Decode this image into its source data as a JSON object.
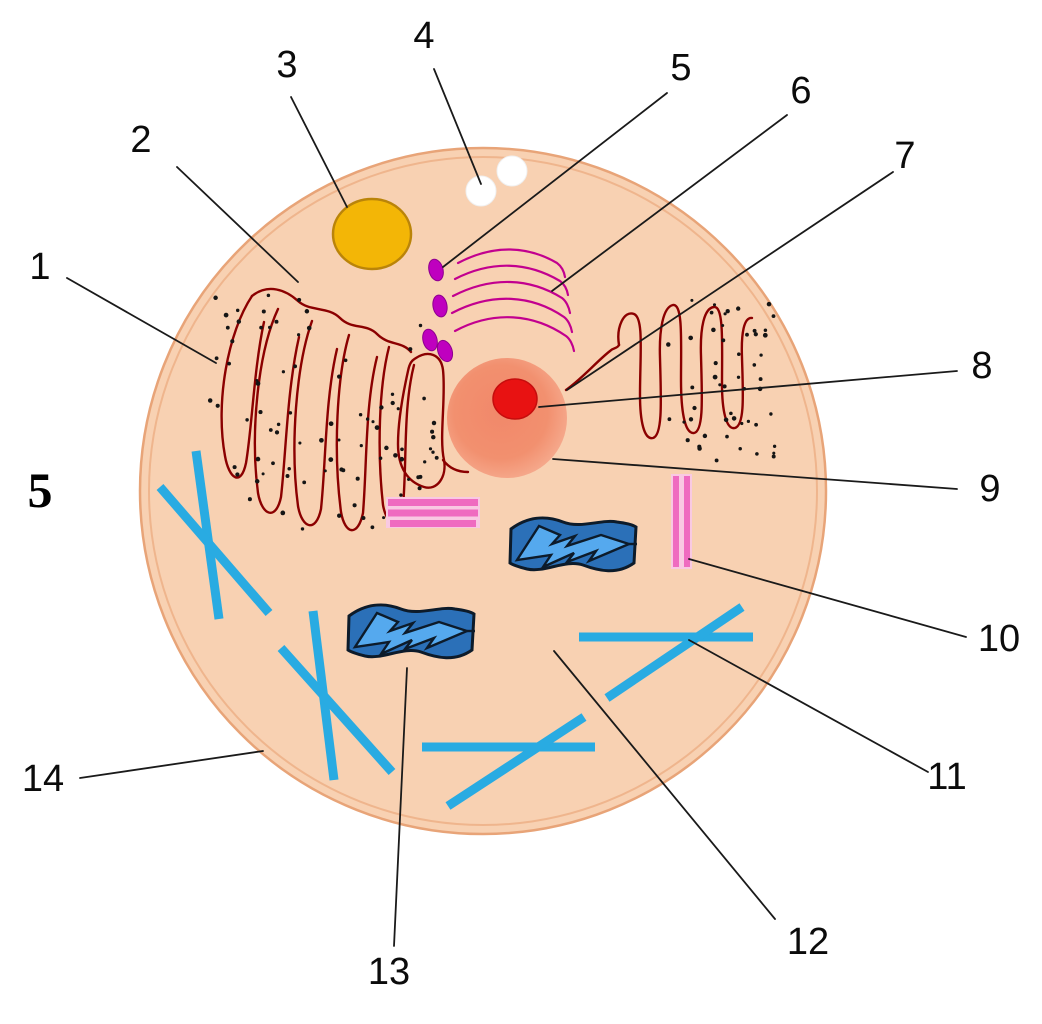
{
  "figure": {
    "kind": "animal-cell-diagram",
    "description": "Unlabeled animal cell diagram with 14 numbered pointer lines",
    "page_marker": "5"
  },
  "labels": [
    {
      "n": "1"
    },
    {
      "n": "2"
    },
    {
      "n": "3"
    },
    {
      "n": "4"
    },
    {
      "n": "5"
    },
    {
      "n": "6"
    },
    {
      "n": "7"
    },
    {
      "n": "8"
    },
    {
      "n": "9"
    },
    {
      "n": "10"
    },
    {
      "n": "11"
    },
    {
      "n": "12"
    },
    {
      "n": "13"
    },
    {
      "n": "14"
    }
  ],
  "colors": {
    "cytoplasm": "#F8D1B2",
    "membrane_outline": "#E8A478",
    "membrane_inner_ring": "#EFB58D",
    "rough_er": "#8B0000",
    "ribosome_dot": "#151515",
    "lysosome_fill": "#F3B606",
    "lysosome_stroke": "#BA8409",
    "vesicle_fill": "#FFFFFF",
    "smooth_er": "#C2008F",
    "purple_oval": "#BF00BF",
    "nucleus_fill": "#F2906F",
    "nucleolus_fill": "#E81212",
    "centriole_pink": "#EF6BC0",
    "centriole_gap_pink": "#F9C9E2",
    "mitochondrion_fill": "#2B70B8",
    "mitochondrion_bolt": "#55A9EE",
    "mitochondrion_outline": "#0D1B2A",
    "cytoskeleton_blue": "#29ABE2",
    "pointer_line": "#1A1A1A",
    "label_text": "#0B0B0B"
  }
}
